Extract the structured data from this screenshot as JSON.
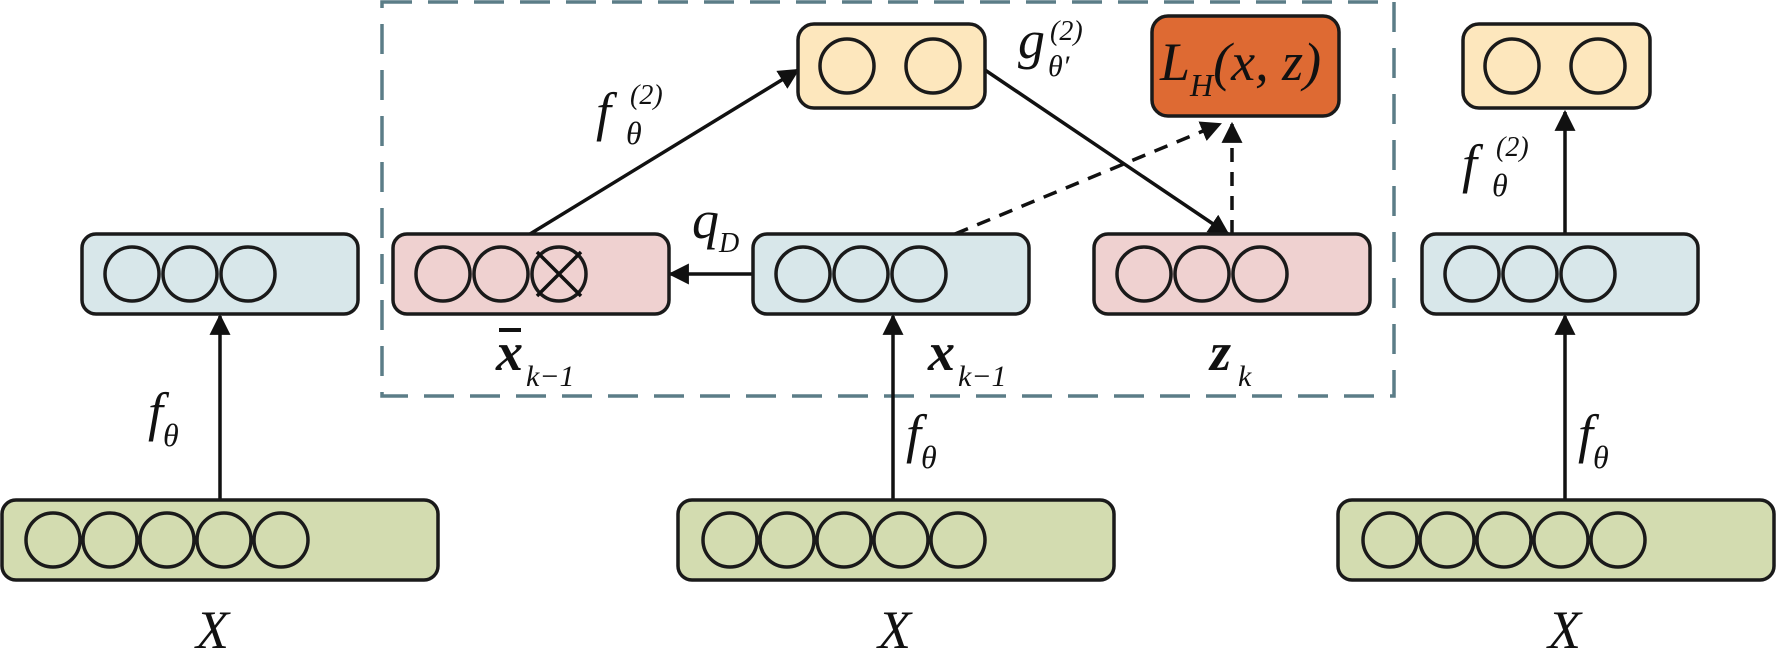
{
  "colors": {
    "green_layer": "#d3dcb0",
    "blue_layer": "#d8e7ea",
    "pink_layer": "#efd1d0",
    "yellow_layer": "#fde7bd",
    "orange_box": "#de6a33",
    "frame": "#5b7d87"
  },
  "labels": {
    "input_left": "X",
    "input_mid": "X",
    "input_right": "X",
    "f_base": "f",
    "f_sub": "θ",
    "f2_sup": "(2)",
    "g_base": "g",
    "g_sub": "θ′",
    "g_sup": "(2)",
    "q_base": "q",
    "q_sub": "D",
    "loss_L": "L",
    "loss_sub": "H",
    "loss_args": "(x, z)",
    "xbar_base": "x",
    "x_base": "x",
    "x_sub": "k−1",
    "z_base": "z",
    "z_sub": "k"
  },
  "icons": {
    "dropped_unit": "crossed-circle-icon"
  }
}
